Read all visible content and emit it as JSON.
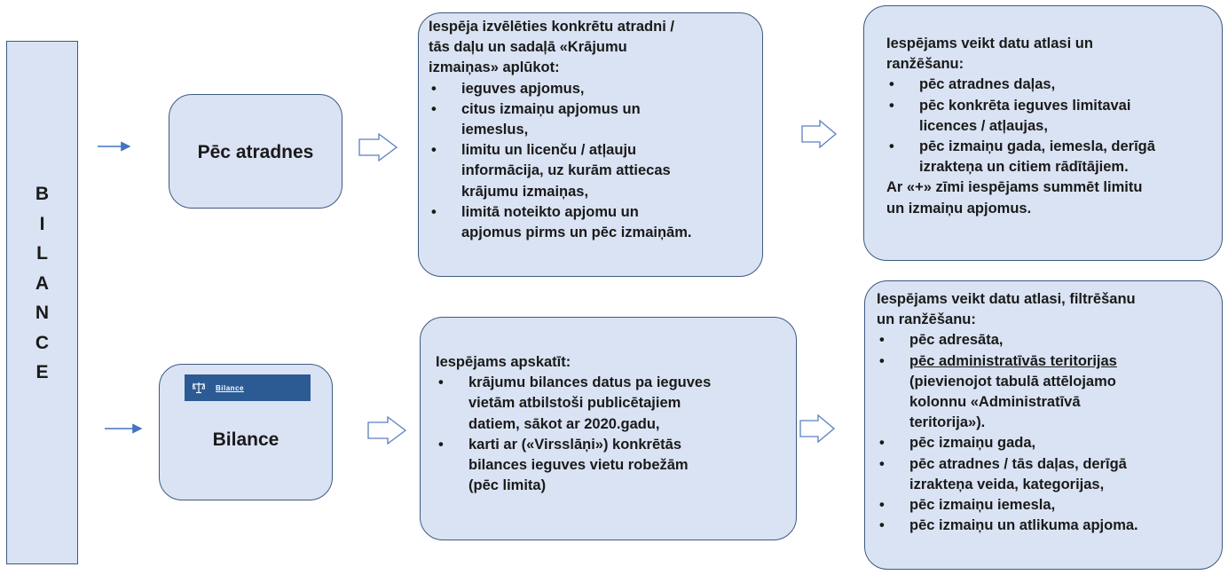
{
  "side": {
    "letters": [
      "B",
      "I",
      "L",
      "A",
      "N",
      "C",
      "E"
    ]
  },
  "nodes": {
    "pec_atradnes": {
      "label": "Pēc atradnes"
    },
    "bilance": {
      "label": "Bilance",
      "toolbar_label": "Bilance",
      "toolbar_icon": "scales-icon"
    }
  },
  "box_atradne": {
    "intro": [
      "Iespēja izvēlēties konkrētu atradni /",
      "tās daļu un sadaļā «Krājumu",
      "izmaiņas» aplūkot:"
    ],
    "bullets": [
      [
        "ieguves apjomus,"
      ],
      [
        "citus izmaiņu apjomus un",
        "iemeslus,"
      ],
      [
        "limitu un licenču / atļauju",
        "informācija, uz kurām attiecas",
        "krājumu izmaiņas,"
      ],
      [
        "limitā noteikto apjomu un",
        "apjomus pirms un pēc izmaiņām."
      ]
    ]
  },
  "box_atradne_right": {
    "intro": [
      "Iespējams veikt datu atlasi un",
      "ranžēšanu:"
    ],
    "bullets": [
      [
        "pēc atradnes daļas,"
      ],
      [
        "pēc konkrēta ieguves limitavai",
        "licences / atļaujas,"
      ],
      [
        "pēc izmaiņu gada, iemesla, derīgā",
        "izrakteņa un citiem rādītājiem."
      ]
    ],
    "outro": [
      "Ar  «+» zīmi iespējams summēt limitu",
      "un izmaiņu apjomus."
    ]
  },
  "box_bilance": {
    "intro": [
      "Iespējams apskatīt:"
    ],
    "bullets": [
      [
        "krājumu bilances datus pa ieguves",
        "vietām atbilstoši publicētajiem",
        "datiem, sākot ar 2020.gadu,"
      ],
      [
        "karti ar («Virsslāņi») konkrētās",
        "bilances ieguves vietu robežām",
        "(pēc limita)"
      ]
    ]
  },
  "box_bilance_right": {
    "intro": [
      "Iespējams veikt datu atlasi, filtrēšanu",
      "un ranžēšanu:"
    ],
    "bullets": [
      [
        "pēc adresāta,"
      ],
      [
        "pēc administratīvās teritorijas",
        "(pievienojot tabulā attēlojamo",
        "kolonnu «Administratīvā",
        "teritorija»)."
      ],
      [
        "pēc izmaiņu gada,"
      ],
      [
        "pēc atradnes / tās daļas, derīgā",
        "izrakteņa veida, kategorijas,"
      ],
      [
        "pēc izmaiņu iemesla,"
      ],
      [
        "pēc izmaiņu un atlikuma apjoma."
      ]
    ]
  },
  "colors": {
    "box_fill": "#dae3f3",
    "box_border": "#3d5a80",
    "arrow": "#4472c4",
    "toolbar": "#2c5b94"
  }
}
